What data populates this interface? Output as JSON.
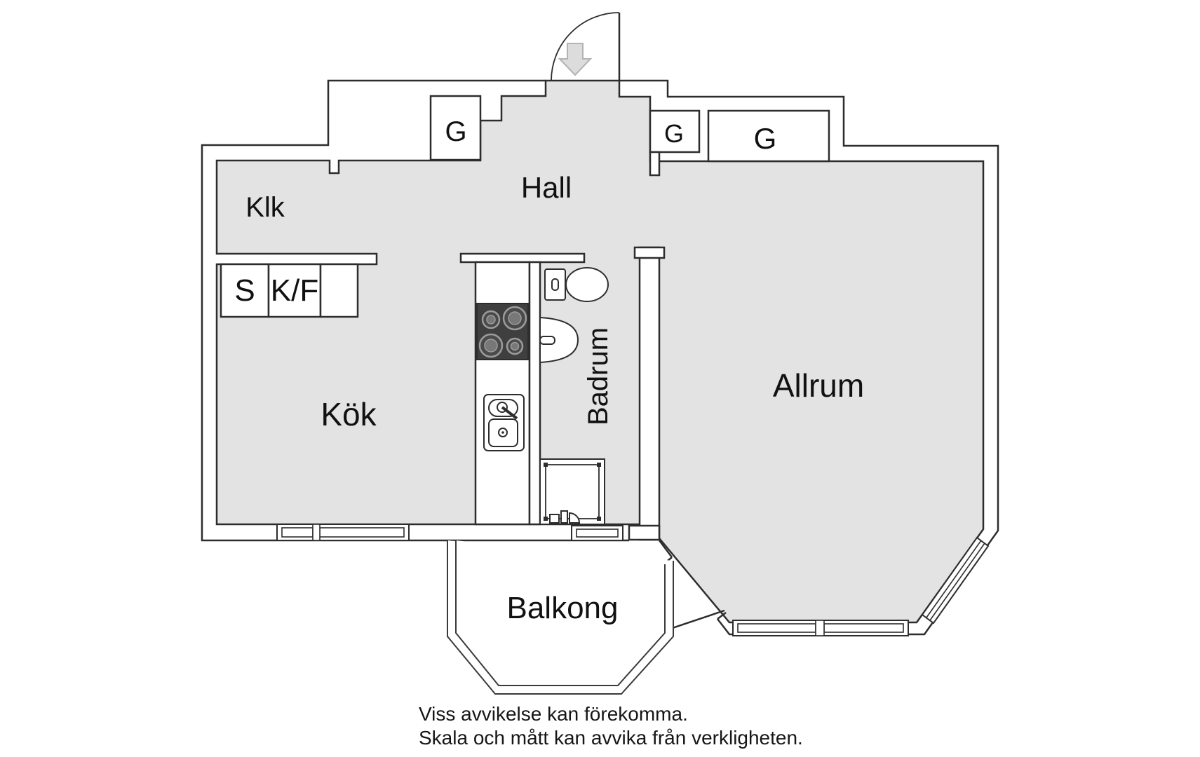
{
  "labels": {
    "klk": "Klk",
    "hall": "Hall",
    "kok": "Kök",
    "badrum": "Badrum",
    "allrum": "Allrum",
    "balkong": "Balkong",
    "g_left": "G",
    "g_mid": "G",
    "g_right": "G",
    "s": "S",
    "kf": "K/F"
  },
  "footer": {
    "line1": "Viss avvikelse kan förekomma.",
    "line2": "Skala och mått kan avvika från verkligheten."
  },
  "colors": {
    "floor": "#e3e3e3",
    "line": "#2d2d2d",
    "stove": "#3f3f3f",
    "burner_ring": "#9c9c9c",
    "burner_fill": "#787878",
    "arrow_fill": "#dcdcdc",
    "arrow_stroke": "#b3b3b3"
  }
}
